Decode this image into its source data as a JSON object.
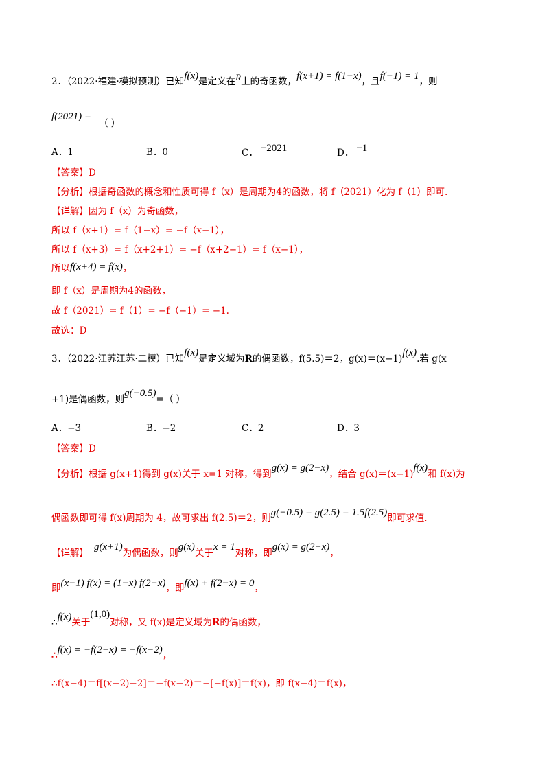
{
  "q2": {
    "number": "2．",
    "source": "（2022·福建·模拟预测）",
    "t1": "已知",
    "fx": "f(x)",
    "t2": "是定义在",
    "R": "R",
    "t3": "上的奇函数，",
    "eq1": "f(x+1) = f(1−x)",
    "t4": "，且",
    "eq2": "f(−1) = 1",
    "t5": "，则",
    "ask": "f(2021) =",
    "paren": "（                    ）",
    "options": [
      "A．1",
      "B．0",
      "C．",
      "D．"
    ],
    "optC_math": "−2021",
    "optD_math": "−1",
    "answer": "【答案】D",
    "analysis": "【分析】根据奇函数的概念和性质可得 f（x）是周期为4的函数，将 f（2021）化为 f（1）即可.",
    "detail": "【详解】因为 f（x）为奇函数，",
    "l1": "所以 f（x+1）= f（1−x）= −f（x−1），",
    "l2": "所以 f（x+3）= f（x+2+1）= −f（x+2−1）= f（x−1），",
    "l3a": "所以",
    "l3m": "f(x+4) = f(x)",
    "l3b": "，",
    "l4": "即 f（x）是周期为4的函数，",
    "l5": "故 f（2021）= f（1）= −f（−1）= −1.",
    "choose": "故选：D"
  },
  "q3": {
    "number": "3．",
    "source": "（2022·江苏江苏·二模）",
    "t1": "已知",
    "fx": "f(x)",
    "t2": "是定义域为",
    "R": "R",
    "t3": "的偶函数，f(5.5)＝2，g(x)＝(x−1)",
    "fx2": "f(x)",
    "t4": ".若 g(x",
    "t5": "+1)是偶函数，则",
    "gm": "g(−0.5)",
    "t6": "=（                    ）",
    "options": [
      "A．−3",
      "B．−2",
      "C．2",
      "D．3"
    ],
    "answer": "【答案】D",
    "an1a": "【分析】根据 g(x+1)得到 g(x)关于 x=1 对称，得到",
    "an1m": "g(x) = g(2−x)",
    "an1b": "，结合 g(x)＝(x−1)",
    "an1m2": "f(x)",
    "an1c": "和 f(x)为",
    "an2a": "偶函数即可得 f(x)周期为 4，故可求出 f(2.5)＝2，则",
    "an2m": "g(−0.5) = g(2.5) = 1.5f(2.5)",
    "an2b": "即可求值.",
    "d1a": "【详解】",
    "d1m": "g(x+1)",
    "d1b": "为偶函数，则",
    "d1m2": "g(x)",
    "d1c": "关于",
    "d1m3": "x = 1",
    "d1d": "对称，即",
    "d1m4": "g(x) = g(2−x)",
    "d1e": "，",
    "d2a": "即",
    "d2m": "(x−1) f(x) = (1−x) f(2−x)",
    "d2b": "，即",
    "d2m2": "f(x) + f(2−x) = 0",
    "d2c": "，",
    "d3a": "∴",
    "d3m": "f(x)",
    "d3b": "关于",
    "d3m2": "(1,0)",
    "d3c": "对称，又 f(x)是定义域为",
    "d3R": "R",
    "d3d": "的偶函数，",
    "d4a": "∴",
    "d4m": "f(x) = −f(2−x) = −f(x−2)",
    "d4b": "，",
    "d5": "∴f(x−4)＝f[(x−2)−2]＝−f(x−2)＝−[−f(x)]＝f(x)，即 f(x−4)＝f(x)，"
  }
}
